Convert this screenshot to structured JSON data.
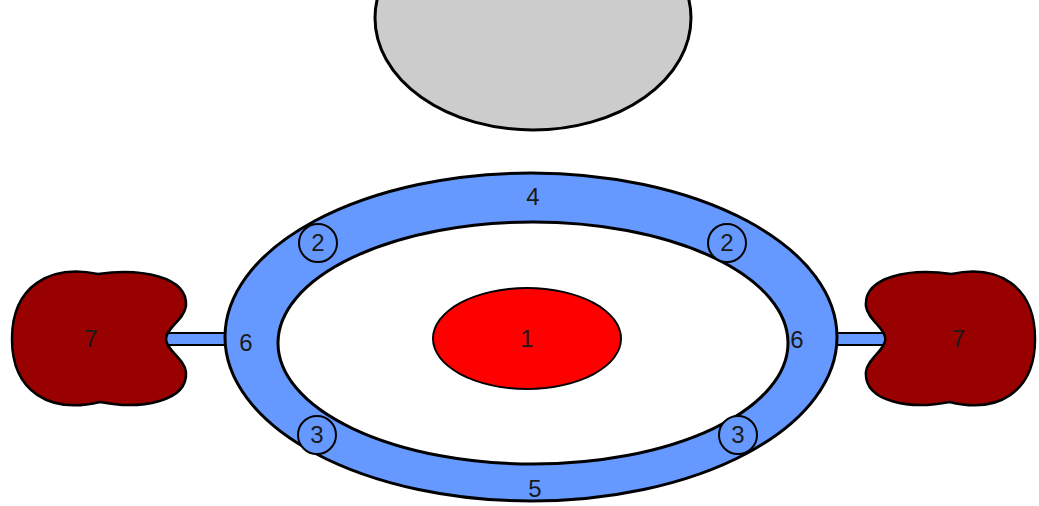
{
  "diagram": {
    "nodes": [
      {
        "text": [
          "4",
          "6",
          "6",
          "5"
        ]
      },
      {
        "text": [
          "2"
        ],
        "in": 0
      },
      {
        "text": [
          "2"
        ],
        "in": 0
      },
      {
        "text": [
          "7"
        ]
      },
      {
        "text": [
          "1"
        ]
      },
      {
        "text": [
          "7"
        ]
      },
      {
        "text": [
          "3"
        ],
        "in": 0
      },
      {
        "text": [
          "3"
        ],
        "in": 0
      }
    ],
    "edges": [
      {
        "from": 0,
        "to": 3,
        "arrow": "none"
      },
      {
        "from": 0,
        "to": 5,
        "arrow": "none"
      }
    ]
  }
}
